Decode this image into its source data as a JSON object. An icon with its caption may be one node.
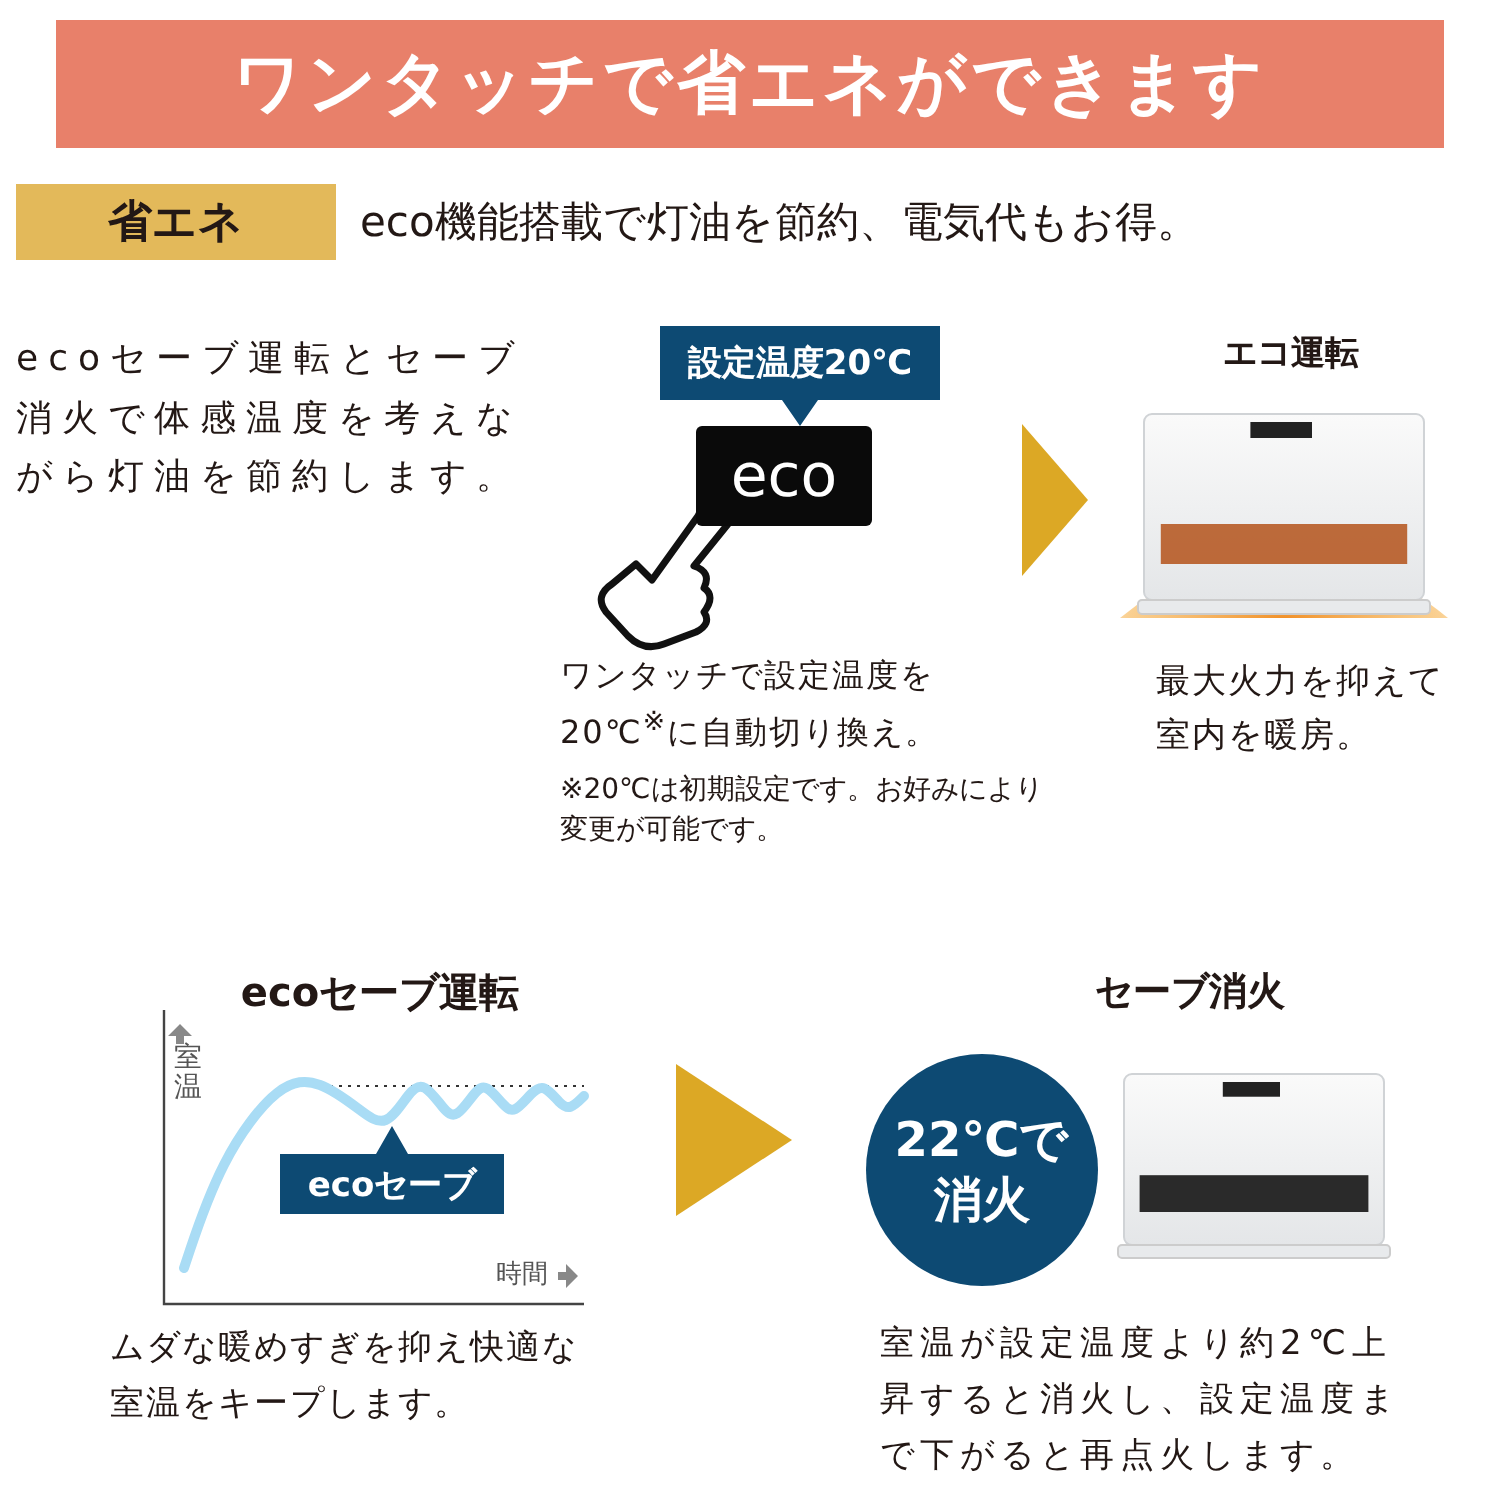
{
  "diagram": {
    "title": "ワンタッチで省エネができます",
    "nodes": [
      {
        "text": [
          "ワンタッチで設定温度を20℃$^{※}$に自動切り換え。",
          "※20℃は初期設定です。お好みにより変更が可能です。"
        ]
      },
      {
        "text": [
          "設定温度20℃"
        ],
        "in": 0
      },
      {
        "text": [
          "eco"
        ],
        "in": 0
      },
      {
        "text": [
          "エコ運転",
          "最大火力を抑えて室内を暖房。"
        ]
      },
      {
        "text": [
          "ecoセーブ運転",
          "ムダな暖めすぎを抑え快適な室温をキープします。"
        ]
      },
      {
        "text": [
          "ecoセーブ"
        ],
        "in": 4
      },
      {
        "text": [
          "セーブ消火",
          "室温が設定温度より約2℃上昇すると消火し、設定温度まで下がると再点火します。"
        ]
      },
      {
        "text": [
          "22℃で消火"
        ],
        "in": 6
      }
    ],
    "edges": [
      {
        "from": 0,
        "to": 3,
        "arrow": "to"
      },
      {
        "from": 4,
        "to": 6,
        "arrow": "to"
      }
    ],
    "labels": [
      "省エネ",
      "eco機能搭載で灯油を節約、電気代もお得。",
      "ecoセーブ運転とセーブ消火で体感温度を考えながら灯油を節約します。",
      "室温",
      "時間"
    ]
  }
}
